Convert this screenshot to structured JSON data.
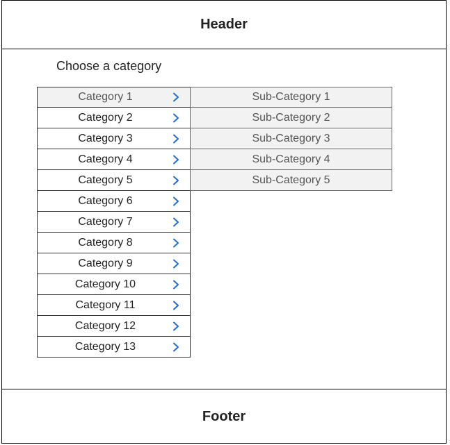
{
  "header": {
    "title": "Header"
  },
  "footer": {
    "title": "Footer"
  },
  "main": {
    "prompt": "Choose a category",
    "categories": [
      {
        "label": "Category 1",
        "icon": "chevron-right-icon",
        "active": true
      },
      {
        "label": "Category 2",
        "icon": "chevron-right-icon"
      },
      {
        "label": "Category 3",
        "icon": "chevron-right-icon"
      },
      {
        "label": "Category 4",
        "icon": "chevron-right-icon"
      },
      {
        "label": "Category 5",
        "icon": "chevron-right-icon"
      },
      {
        "label": "Category 6",
        "icon": "chevron-right-icon"
      },
      {
        "label": "Category 7",
        "icon": "chevron-right-icon"
      },
      {
        "label": "Category 8",
        "icon": "chevron-right-icon"
      },
      {
        "label": "Category 9",
        "icon": "chevron-right-icon"
      },
      {
        "label": "Category 10",
        "icon": "chevron-right-icon"
      },
      {
        "label": "Category 11",
        "icon": "chevron-right-icon"
      },
      {
        "label": "Category 12",
        "icon": "chevron-right-icon"
      },
      {
        "label": "Category 13",
        "icon": "chevron-right-icon"
      }
    ],
    "subcategories": [
      {
        "label": "Sub-Category 1"
      },
      {
        "label": "Sub-Category 2"
      },
      {
        "label": "Sub-Category 3"
      },
      {
        "label": "Sub-Category 4"
      },
      {
        "label": "Sub-Category 5"
      }
    ]
  },
  "colors": {
    "chevron": "#1f6fd1",
    "active_row_bg": "#f2f2f2",
    "border": "#333333"
  }
}
